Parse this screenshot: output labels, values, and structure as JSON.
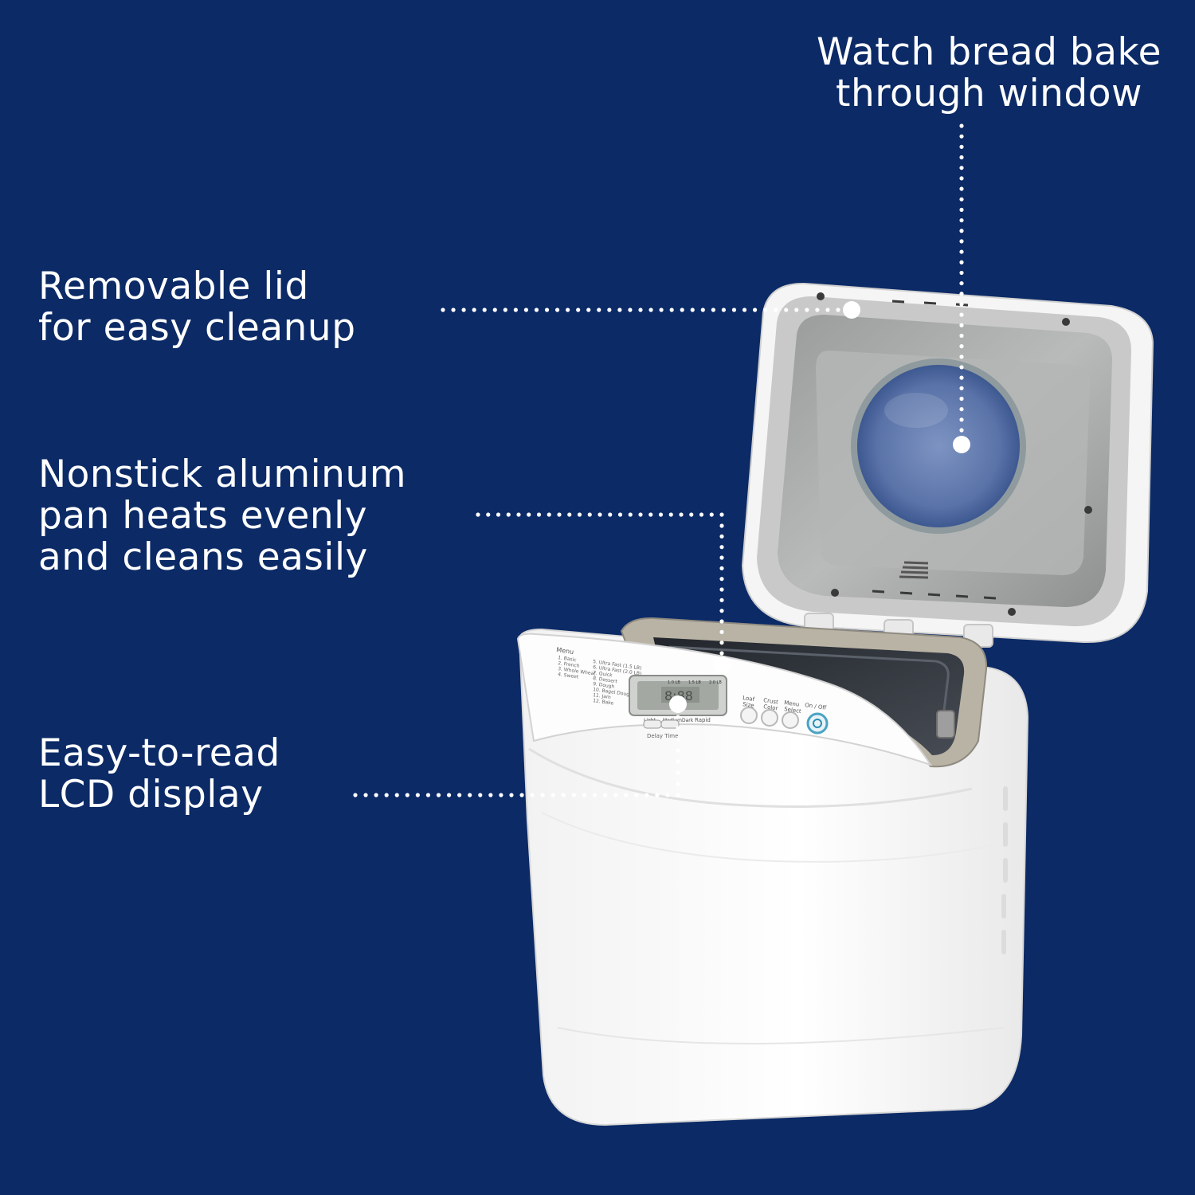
{
  "colors": {
    "background": "#0b2a66",
    "callout_text": "#ffffff",
    "leader_dots": "#ffffff",
    "machine_body": "#fbfbfb",
    "lid_interior": "#a8aaaa",
    "pan": "#30343a"
  },
  "callouts": {
    "window": {
      "line1": "Watch bread bake",
      "line2": "through window"
    },
    "lid": {
      "line1": "Removable lid",
      "line2": "for easy cleanup"
    },
    "pan": {
      "line1": "Nonstick aluminum",
      "line2": "pan heats evenly",
      "line3": "and cleans easily"
    },
    "lcd": {
      "line1": "Easy-to-read",
      "line2": "LCD display"
    }
  },
  "control_panel": {
    "menu_title": "Menu",
    "menu_items_left": [
      "1. Basic",
      "2. French",
      "3. Whole Wheat",
      "4. Sweet"
    ],
    "menu_items_right": [
      "5. Ultra Fast (1.5 LB)",
      "6. Ultra Fast (2.0 LB)",
      "7. Quick",
      "8. Dessert",
      "9. Dough",
      "10. Bagel Dough",
      "11. Jam",
      "12. Bake"
    ],
    "loaf_sizes": [
      "1.0 LB",
      "1.5 LB",
      "2.0 LB"
    ],
    "crust_labels": [
      "Light",
      "Medium",
      "Dark"
    ],
    "rapid_label": "Rapid",
    "delay_time_label": "Delay Time",
    "buttons": [
      {
        "line1": "Loaf",
        "line2": "Size"
      },
      {
        "line1": "Crust",
        "line2": "Color"
      },
      {
        "line1": "Menu",
        "line2": "Select"
      },
      {
        "line1": "On / Off",
        "line2": ""
      }
    ]
  }
}
